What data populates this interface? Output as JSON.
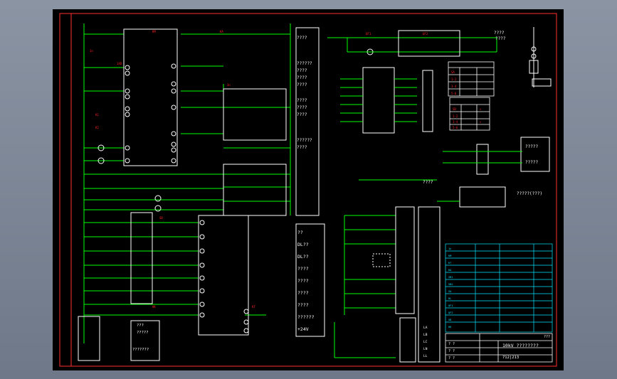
{
  "colors": {
    "border": "#ff3030",
    "wire": "#00ff00",
    "device": "#ffffff",
    "label": "#ff2020",
    "note": "#ffff00",
    "table": "#00e5ff"
  },
  "drawing": {
    "title": "10kV ????????",
    "drawing_no": "712|213",
    "sheet_ref": "???"
  },
  "notes": {
    "text1": "????",
    "text2": "??????",
    "text3": "?????",
    "text4": "?????(???)",
    "text5": "????",
    "text6": "????",
    "text7": "??????",
    "text8": "????",
    "text9": "????",
    "box_small": "???",
    "box_small2": "?????",
    "box_small3": "???????",
    "fig_note": "????"
  },
  "legend": {
    "items": [
      "????",
      "??????",
      "????",
      "????",
      "????",
      "????",
      "????",
      "????",
      "??????",
      "????"
    ]
  },
  "function_labels": [
    "??",
    "DL??",
    "DL??",
    "????",
    "????",
    "????",
    "????",
    "??????",
    "+24V"
  ],
  "terminal_labels": [
    "LA",
    "LB",
    "LC",
    "LN",
    "LL"
  ],
  "title_block": {
    "rows": [
      "? ?",
      "? ?",
      "? ?"
    ]
  }
}
